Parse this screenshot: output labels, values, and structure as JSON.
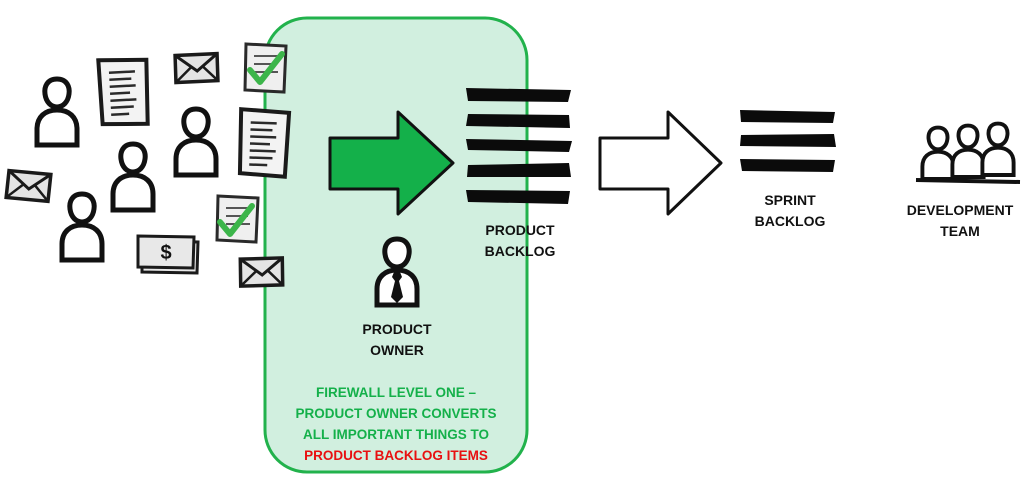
{
  "labels": {
    "product_backlog": [
      "PRODUCT",
      "BACKLOG"
    ],
    "product_owner": [
      "PRODUCT",
      "OWNER"
    ],
    "sprint_backlog": [
      "SPRINT",
      "BACKLOG"
    ],
    "development_team": [
      "DEVELOPMENT",
      "TEAM"
    ]
  },
  "firewall": {
    "line1": "FIREWALL LEVEL ONE –",
    "line2": "PRODUCT OWNER CONVERTS",
    "line3": "ALL IMPORTANT THINGS TO",
    "line4": "PRODUCT BACKLOG ITEMS"
  },
  "colors": {
    "green": "#14b04a",
    "zone_fill": "#cfeedd",
    "zone_stroke": "#22b24c",
    "highlight": "#e81010",
    "ink": "#111111"
  },
  "icons": [
    "person-icon",
    "document-icon",
    "envelope-icon",
    "checked-document-icon",
    "money-icon",
    "product-owner-icon",
    "team-icon"
  ]
}
